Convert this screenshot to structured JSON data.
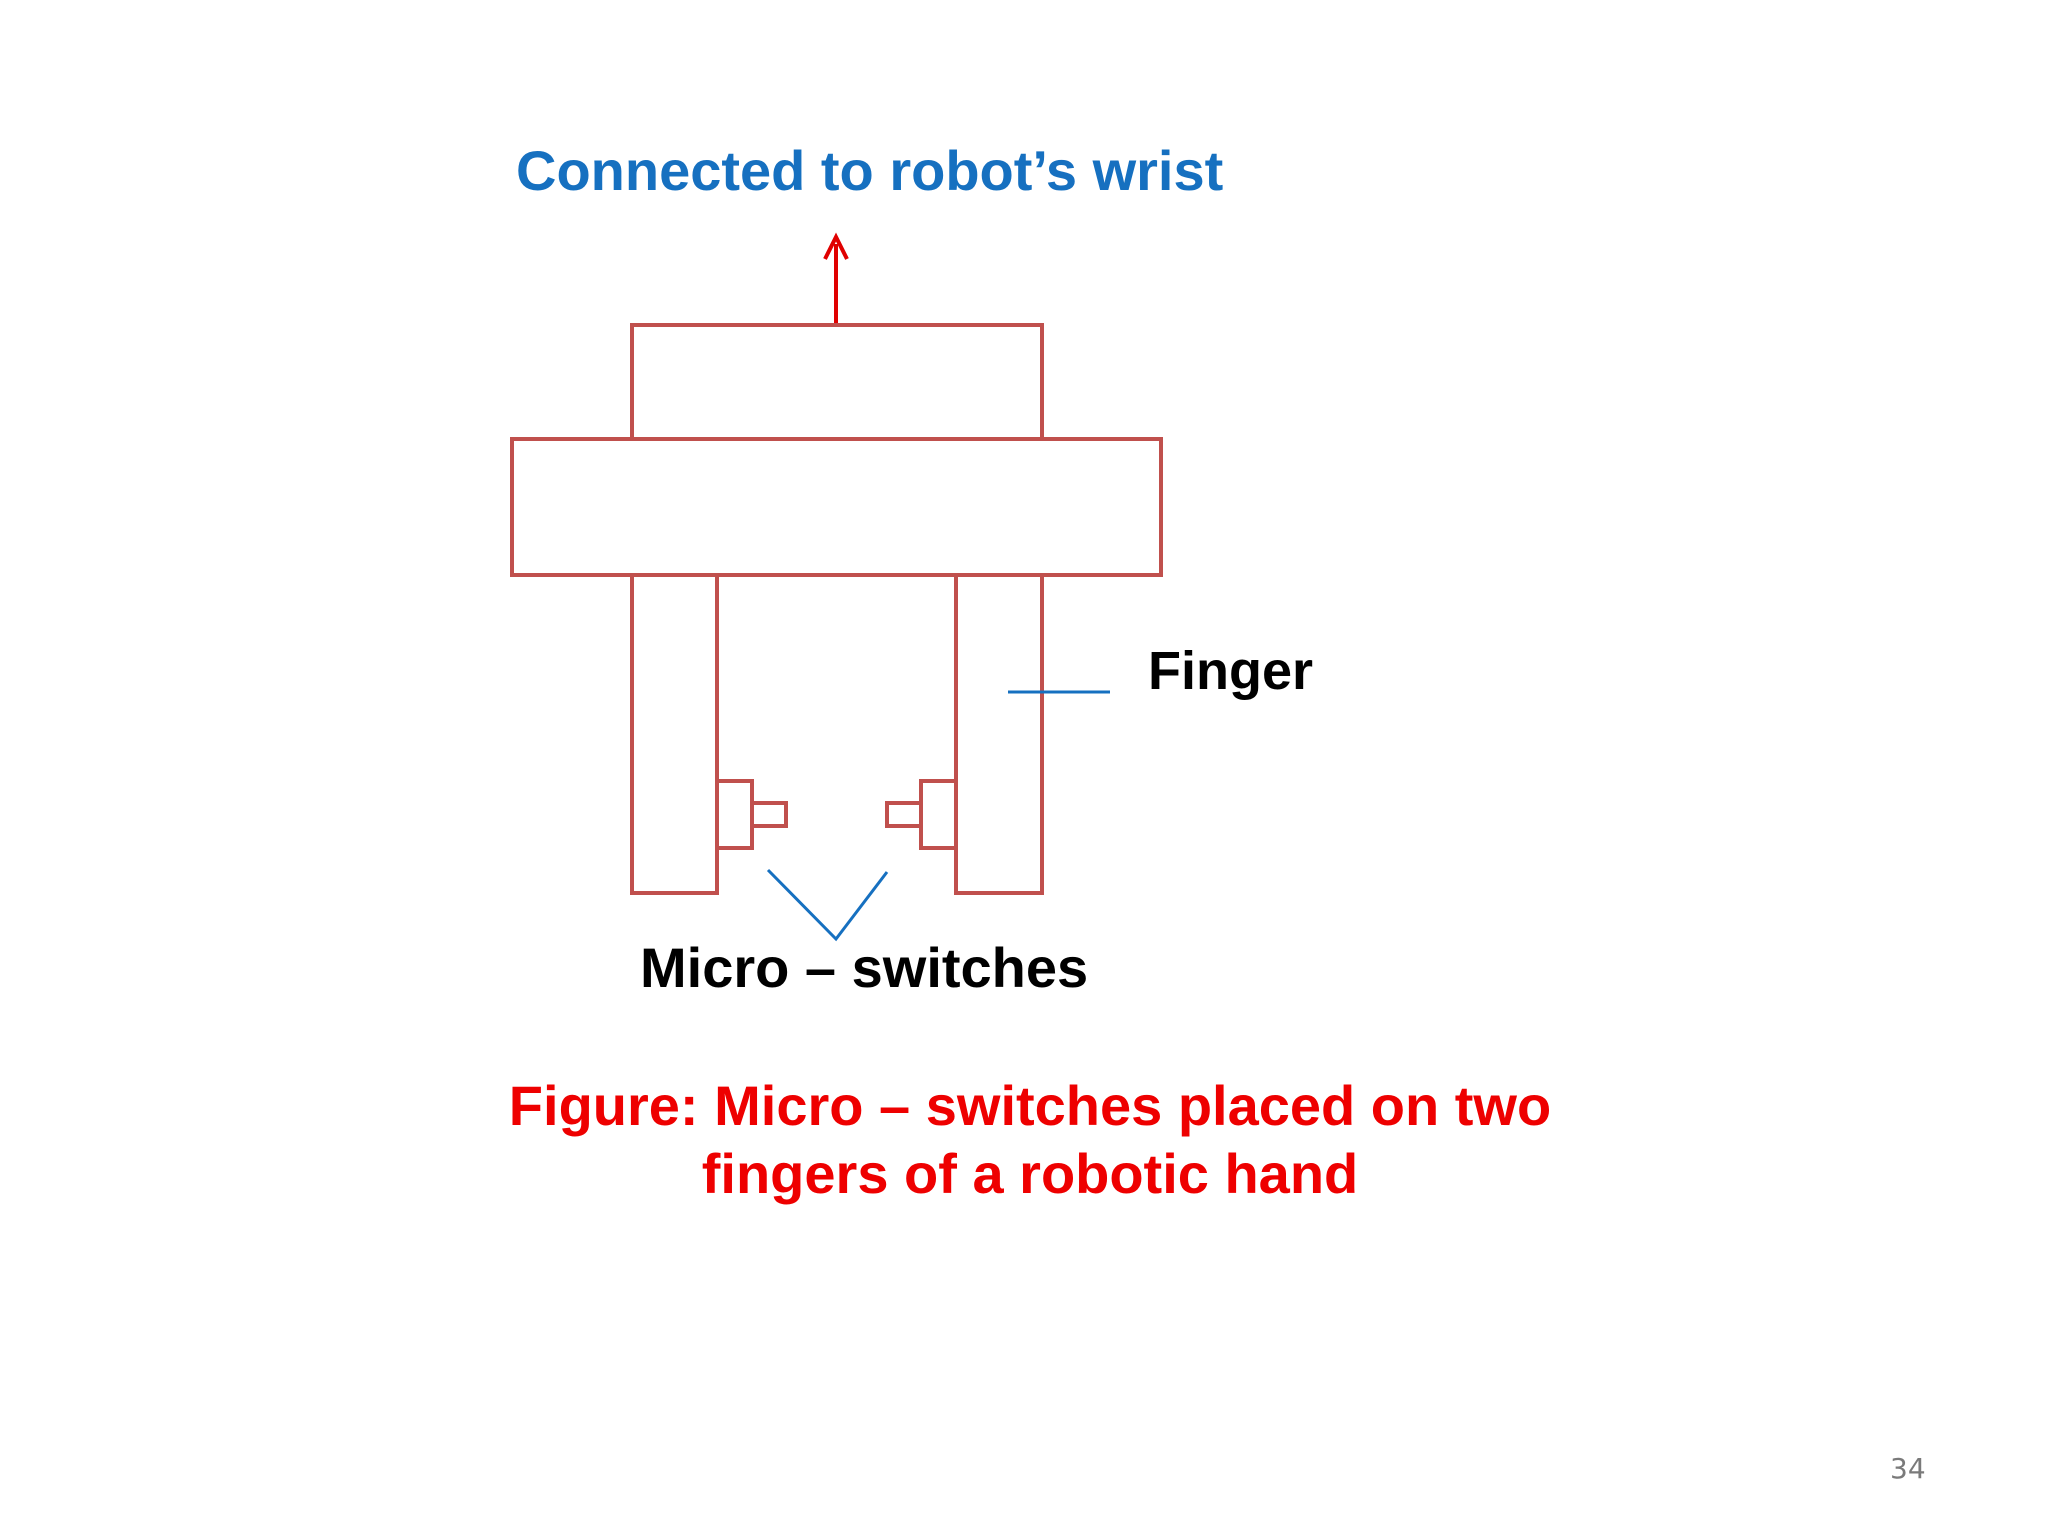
{
  "slide": {
    "top_label": "Connected to robot’s wrist",
    "finger_label": "Finger",
    "switch_label": "Micro – switches",
    "caption_line1": "Figure: Micro – switches placed on two",
    "caption_line2": "fingers of a robotic hand",
    "page_number": "34"
  },
  "colors": {
    "gripper_outline": "#c0504d",
    "arrow": "#e00000",
    "pointer_lines": "#1670c0",
    "top_label": "#1670c0",
    "caption": "#ee0000",
    "black_labels": "#000000"
  }
}
